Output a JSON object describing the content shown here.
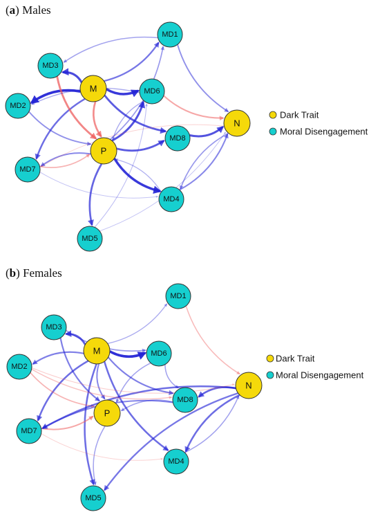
{
  "colors": {
    "dark_trait": "#f5d90a",
    "moral_disengagement": "#16cfcf",
    "positive_edge": "#2323d6",
    "negative_edge": "#ee5c5c",
    "node_stroke": "#333333"
  },
  "legend": {
    "dark_trait": "Dark Trait",
    "moral_disengagement": "Moral Disengagement"
  },
  "panels": [
    {
      "id": "a",
      "letter": "a",
      "title": "Males",
      "nodes": [
        {
          "id": "M",
          "label": "M",
          "group": "dark_trait"
        },
        {
          "id": "P",
          "label": "P",
          "group": "dark_trait"
        },
        {
          "id": "N",
          "label": "N",
          "group": "dark_trait"
        },
        {
          "id": "MD1",
          "label": "MD1",
          "group": "moral_disengagement"
        },
        {
          "id": "MD2",
          "label": "MD2",
          "group": "moral_disengagement"
        },
        {
          "id": "MD3",
          "label": "MD3",
          "group": "moral_disengagement"
        },
        {
          "id": "MD4",
          "label": "MD4",
          "group": "moral_disengagement"
        },
        {
          "id": "MD5",
          "label": "MD5",
          "group": "moral_disengagement"
        },
        {
          "id": "MD6",
          "label": "MD6",
          "group": "moral_disengagement"
        },
        {
          "id": "MD7",
          "label": "MD7",
          "group": "moral_disengagement"
        },
        {
          "id": "MD8",
          "label": "MD8",
          "group": "moral_disengagement"
        }
      ],
      "edges": [
        {
          "from": "M",
          "to": "MD2",
          "sign": "+",
          "weight": 0.95
        },
        {
          "from": "M",
          "to": "MD6",
          "sign": "+",
          "weight": 0.9
        },
        {
          "from": "M",
          "to": "MD3",
          "sign": "+",
          "weight": 0.8
        },
        {
          "from": "M",
          "to": "MD1",
          "sign": "+",
          "weight": 0.55
        },
        {
          "from": "M",
          "to": "MD8",
          "sign": "+",
          "weight": 0.7
        },
        {
          "from": "M",
          "to": "MD7",
          "sign": "+",
          "weight": 0.6
        },
        {
          "from": "M",
          "to": "P",
          "sign": "-",
          "weight": 0.65
        },
        {
          "from": "MD3",
          "to": "P",
          "sign": "-",
          "weight": 0.7
        },
        {
          "from": "P",
          "to": "MD6",
          "sign": "+",
          "weight": 0.75
        },
        {
          "from": "P",
          "to": "MD4",
          "sign": "+",
          "weight": 0.9
        },
        {
          "from": "P",
          "to": "MD8",
          "sign": "+",
          "weight": 0.7
        },
        {
          "from": "P",
          "to": "MD5",
          "sign": "+",
          "weight": 0.65
        },
        {
          "from": "P",
          "to": "MD7",
          "sign": "+",
          "weight": 0.45
        },
        {
          "from": "P",
          "to": "MD1",
          "sign": "+",
          "weight": 0.35
        },
        {
          "from": "MD2",
          "to": "P",
          "sign": "+",
          "weight": 0.4
        },
        {
          "from": "MD7",
          "to": "P",
          "sign": "-",
          "weight": 0.35
        },
        {
          "from": "MD8",
          "to": "N",
          "sign": "+",
          "weight": 0.75
        },
        {
          "from": "MD6",
          "to": "N",
          "sign": "-",
          "weight": 0.45
        },
        {
          "from": "MD1",
          "to": "N",
          "sign": "+",
          "weight": 0.4
        },
        {
          "from": "MD4",
          "to": "N",
          "sign": "+",
          "weight": 0.45
        },
        {
          "from": "N",
          "to": "MD4",
          "sign": "+",
          "weight": 0.35
        },
        {
          "from": "N",
          "to": "MD7",
          "sign": "-",
          "weight": 0.12
        },
        {
          "from": "MD1",
          "to": "MD3",
          "sign": "+",
          "weight": 0.3
        },
        {
          "from": "MD6",
          "to": "MD2",
          "sign": "+",
          "weight": 0.25
        },
        {
          "from": "MD6",
          "to": "P",
          "sign": "+",
          "weight": 0.25
        },
        {
          "from": "MD4",
          "to": "P",
          "sign": "+",
          "weight": 0.22
        },
        {
          "from": "MD5",
          "to": "MD6",
          "sign": "+",
          "weight": 0.15
        },
        {
          "from": "MD5",
          "to": "N",
          "sign": "+",
          "weight": 0.12
        },
        {
          "from": "MD7",
          "to": "MD4",
          "sign": "+",
          "weight": 0.12
        }
      ]
    },
    {
      "id": "b",
      "letter": "b",
      "title": "Females",
      "nodes": [
        {
          "id": "M",
          "label": "M",
          "group": "dark_trait"
        },
        {
          "id": "P",
          "label": "P",
          "group": "dark_trait"
        },
        {
          "id": "N",
          "label": "N",
          "group": "dark_trait"
        },
        {
          "id": "MD1",
          "label": "MD1",
          "group": "moral_disengagement"
        },
        {
          "id": "MD2",
          "label": "MD2",
          "group": "moral_disengagement"
        },
        {
          "id": "MD3",
          "label": "MD3",
          "group": "moral_disengagement"
        },
        {
          "id": "MD4",
          "label": "MD4",
          "group": "moral_disengagement"
        },
        {
          "id": "MD5",
          "label": "MD5",
          "group": "moral_disengagement"
        },
        {
          "id": "MD6",
          "label": "MD6",
          "group": "moral_disengagement"
        },
        {
          "id": "MD7",
          "label": "MD7",
          "group": "moral_disengagement"
        },
        {
          "id": "MD8",
          "label": "MD8",
          "group": "moral_disengagement"
        }
      ],
      "edges": [
        {
          "from": "M",
          "to": "MD6",
          "sign": "+",
          "weight": 0.95
        },
        {
          "from": "M",
          "to": "MD3",
          "sign": "+",
          "weight": 0.7
        },
        {
          "from": "M",
          "to": "MD2",
          "sign": "+",
          "weight": 0.5
        },
        {
          "from": "M",
          "to": "MD7",
          "sign": "+",
          "weight": 0.6
        },
        {
          "from": "M",
          "to": "MD5",
          "sign": "+",
          "weight": 0.6
        },
        {
          "from": "M",
          "to": "MD4",
          "sign": "+",
          "weight": 0.6
        },
        {
          "from": "M",
          "to": "MD8",
          "sign": "+",
          "weight": 0.5
        },
        {
          "from": "M",
          "to": "MD1",
          "sign": "+",
          "weight": 0.25
        },
        {
          "from": "M",
          "to": "P",
          "sign": "+",
          "weight": 0.45
        },
        {
          "from": "MD3",
          "to": "P",
          "sign": "+",
          "weight": 0.5
        },
        {
          "from": "MD3",
          "to": "MD6",
          "sign": "+",
          "weight": 0.35
        },
        {
          "from": "MD2",
          "to": "P",
          "sign": "-",
          "weight": 0.35
        },
        {
          "from": "MD7",
          "to": "P",
          "sign": "-",
          "weight": 0.45
        },
        {
          "from": "MD6",
          "to": "P",
          "sign": "+",
          "weight": 0.3
        },
        {
          "from": "MD1",
          "to": "N",
          "sign": "-",
          "weight": 0.3
        },
        {
          "from": "N",
          "to": "MD8",
          "sign": "+",
          "weight": 0.65
        },
        {
          "from": "N",
          "to": "MD4",
          "sign": "+",
          "weight": 0.6
        },
        {
          "from": "N",
          "to": "MD7",
          "sign": "+",
          "weight": 0.6
        },
        {
          "from": "N",
          "to": "MD5",
          "sign": "+",
          "weight": 0.55
        },
        {
          "from": "MD4",
          "to": "N",
          "sign": "+",
          "weight": 0.3
        },
        {
          "from": "MD8",
          "to": "MD7",
          "sign": "+",
          "weight": 0.45
        },
        {
          "from": "MD8",
          "to": "P",
          "sign": "+",
          "weight": 0.3
        },
        {
          "from": "MD2",
          "to": "MD8",
          "sign": "-",
          "weight": 0.25
        },
        {
          "from": "MD2",
          "to": "N",
          "sign": "-",
          "weight": 0.15
        },
        {
          "from": "P",
          "to": "MD5",
          "sign": "+",
          "weight": 0.3
        },
        {
          "from": "MD7",
          "to": "MD4",
          "sign": "-",
          "weight": 0.12
        },
        {
          "from": "MD6",
          "to": "MD8",
          "sign": "+",
          "weight": 0.3
        }
      ]
    }
  ]
}
